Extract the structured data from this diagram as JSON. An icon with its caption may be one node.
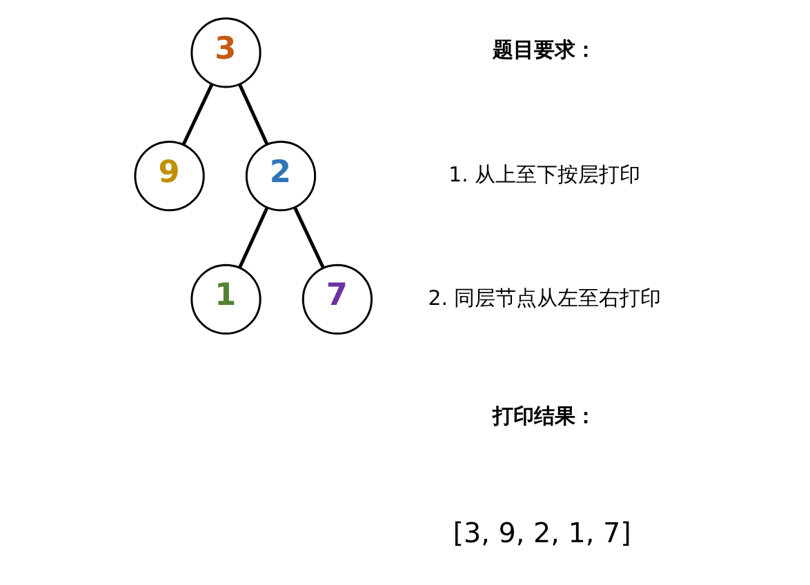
{
  "diagram": {
    "nodes": [
      {
        "text": [
          "3"
        ]
      },
      {
        "text": [
          "9"
        ]
      },
      {
        "text": [
          "2"
        ]
      },
      {
        "text": [
          "1"
        ]
      },
      {
        "text": [
          "7"
        ]
      }
    ],
    "edges": [
      {
        "from": 0,
        "to": 1,
        "arrow": "none"
      },
      {
        "from": 0,
        "to": 2,
        "arrow": "none"
      },
      {
        "from": 2,
        "to": 3,
        "arrow": "none"
      },
      {
        "from": 2,
        "to": 4,
        "arrow": "none"
      }
    ],
    "labels": [
      "题目要求：",
      "1. 从上至下按层打印",
      "2. 同层节点从左至右打印",
      "打印结果：",
      "[3, 9, 2, 1, 7]"
    ]
  }
}
